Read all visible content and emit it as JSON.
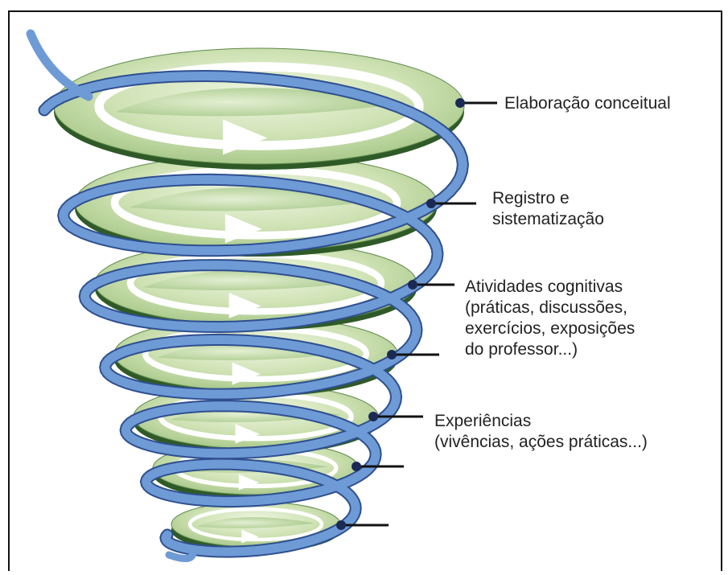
{
  "labels": {
    "elaboracao": "Elaboração conceitual",
    "registro": "Registro e\nsistematização",
    "atividades": "Atividades cognitivas\n(práticas, discussões,\nexercícios, exposições\ndo professor...)",
    "experiencias": "Experiências\n(vivências, ações práticas...)"
  },
  "colors": {
    "disc_fill": "#cfe2b4",
    "disc_inner": "#a8c98a",
    "disc_rim": "#2f5a28",
    "spiral_blue": "#6e9bd6",
    "spiral_dark": "#2f4f8f",
    "arrow_white": "#ffffff",
    "leader": "#111111"
  },
  "levels": 7
}
